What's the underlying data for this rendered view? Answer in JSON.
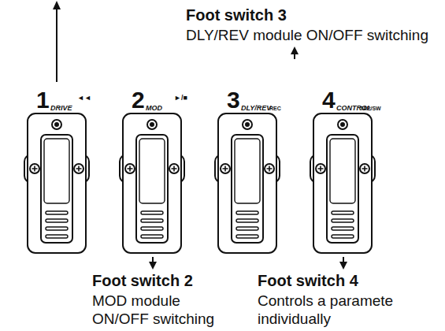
{
  "diagram": {
    "nodes": [
      {
        "text": [
          "1",
          "DRIVE",
          "◄◄"
        ]
      },
      {
        "text": [
          "2",
          "MOD",
          "►/■"
        ]
      },
      {
        "text": [
          "3",
          "DLY/REV",
          "REC"
        ]
      },
      {
        "text": [
          "4",
          "CONTROL",
          "TAP/SW"
        ]
      }
    ],
    "labels": [
      "Foot switch 3",
      "DLY/REV module ON/OFF switching",
      "Foot switch 2",
      "MOD module ON/OFF switching",
      "Foot switch 4",
      "Controls a paramete individually"
    ]
  }
}
